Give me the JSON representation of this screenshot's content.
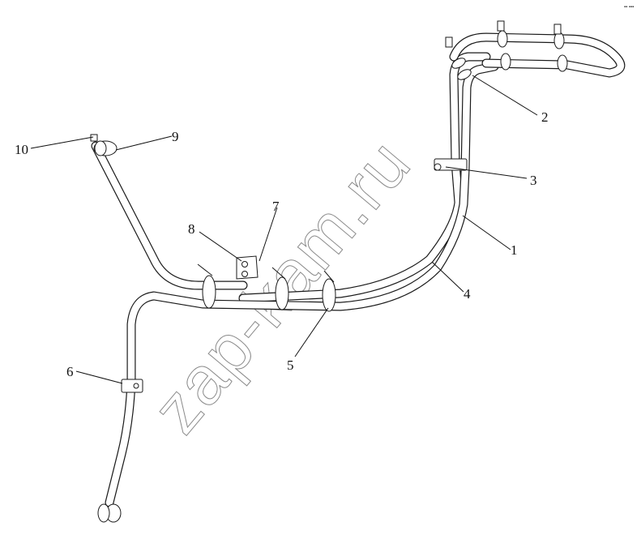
{
  "diagram": {
    "callouts": [
      {
        "id": "1",
        "label": "1"
      },
      {
        "id": "2",
        "label": "2"
      },
      {
        "id": "3",
        "label": "3"
      },
      {
        "id": "4",
        "label": "4"
      },
      {
        "id": "5",
        "label": "5"
      },
      {
        "id": "6",
        "label": "6"
      },
      {
        "id": "7",
        "label": "7"
      },
      {
        "id": "8",
        "label": "8"
      },
      {
        "id": "9",
        "label": "9"
      },
      {
        "id": "10",
        "label": "10"
      }
    ],
    "watermark": "zap-kam.ru",
    "corner_mark": "▪▪ ▪▪▪"
  }
}
